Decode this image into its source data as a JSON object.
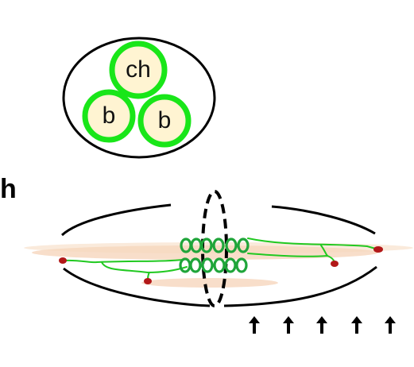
{
  "cross_section": {
    "top_cell": "ch",
    "bottom_left_cell": "b",
    "bottom_right_cell": "b"
  },
  "panel": {
    "label": "h"
  },
  "colors": {
    "outline": "#000000",
    "cell_ring": "#19E619",
    "cell_fill": "#FFF4D2",
    "band": "#F3C9A9",
    "fiber": "#21C921",
    "coil": "#1FA53A",
    "endpoint": "#B21818"
  },
  "arrows": {
    "count": 5,
    "direction": "up"
  }
}
